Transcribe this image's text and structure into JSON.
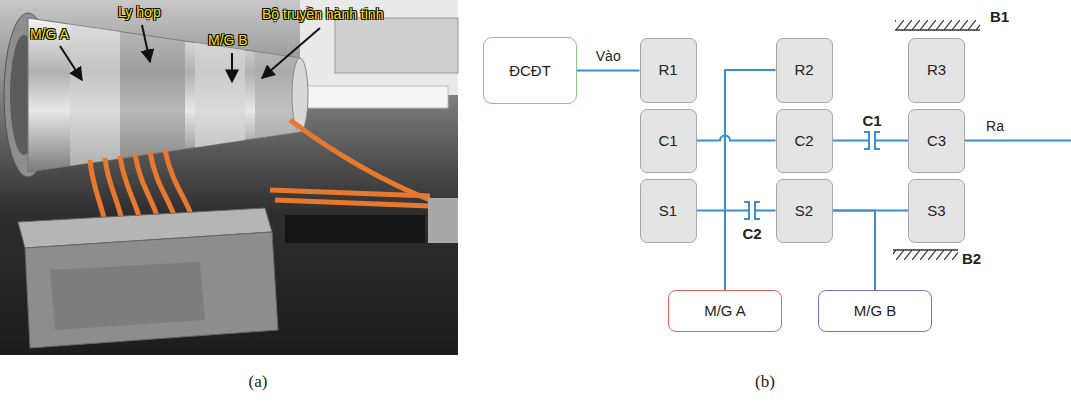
{
  "diagram": {
    "nodes": [
      {
        "text": [
          "ĐCĐT"
        ]
      },
      {
        "text": [
          "R1"
        ]
      },
      {
        "text": [
          "C1"
        ]
      },
      {
        "text": [
          "S1"
        ]
      },
      {
        "text": [
          "R2"
        ]
      },
      {
        "text": [
          "C2"
        ]
      },
      {
        "text": [
          "S2"
        ]
      },
      {
        "text": [
          "R3"
        ]
      },
      {
        "text": [
          "C3"
        ]
      },
      {
        "text": [
          "S3"
        ]
      },
      {
        "text": [
          "M/G A"
        ]
      },
      {
        "text": [
          "M/G B"
        ]
      }
    ],
    "edges": [
      {
        "from": 0,
        "to": 1,
        "arrow": "none",
        "label": "Vào"
      },
      {
        "from": 2,
        "to": 5,
        "arrow": "none"
      },
      {
        "from": 4,
        "to": 10,
        "arrow": "none"
      },
      {
        "from": 3,
        "to": 6,
        "arrow": "none"
      },
      {
        "from": 5,
        "to": 8,
        "arrow": "none"
      },
      {
        "from": 6,
        "to": 9,
        "arrow": "none"
      },
      {
        "from": 6,
        "to": 11,
        "arrow": "none"
      }
    ],
    "labels": [
      "M/G A",
      "Ly hợp",
      "M/G B",
      "Bộ truyền hành tinh",
      "(a)",
      "C1",
      "C2",
      "B1",
      "B2",
      "Ra",
      "(b)"
    ]
  }
}
